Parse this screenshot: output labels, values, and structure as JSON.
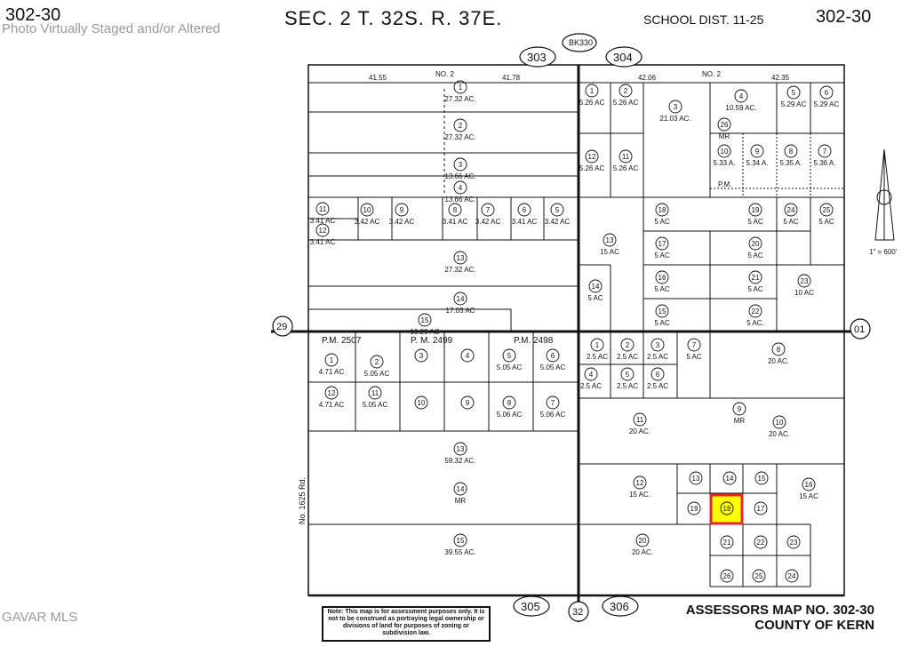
{
  "header": {
    "map_no_left": "302-30",
    "section_title": "SEC. 2 T. 32S. R. 37E.",
    "school_dist": "SCHOOL DIST. 11-25",
    "map_no_right": "302-30",
    "watermark": "Photo Virtually Staged and/or Altered",
    "book": "BK330"
  },
  "page_tags": [
    "303",
    "304",
    "305",
    "306"
  ],
  "circle_tags": {
    "west": "29",
    "east": "01",
    "south": "32"
  },
  "road_label": "No. 1625 Rd.",
  "scale": "1\" = 600'",
  "footer": {
    "mls": "GAVAR MLS",
    "note": "Note: This map is for assessment purposes only. It is not to be construed as portraying legal ownership or divisions of land for purposes of zoning or subdivision law.",
    "assessor_line1": "ASSESSORS MAP NO. 302-30",
    "assessor_line2": "COUNTY OF KERN"
  },
  "top_dims": [
    "41.55",
    "NO. 2",
    "41.78",
    "42.06",
    "NO. 2",
    "42.35"
  ],
  "parcels": [
    {
      "n": "1",
      "a": "27.32 AC."
    },
    {
      "n": "2",
      "a": "27.32 AC."
    },
    {
      "n": "3",
      "a": "13.66 AC."
    },
    {
      "n": "4",
      "a": "13.66 AC."
    },
    {
      "n": "11",
      "a": "3.41 AC"
    },
    {
      "n": "12",
      "a": "3.41 AC"
    },
    {
      "n": "10",
      "a": "3.42 AC"
    },
    {
      "n": "9",
      "a": "3.42 AC"
    },
    {
      "n": "8",
      "a": "3.41 AC"
    },
    {
      "n": "7",
      "a": "3.42 AC"
    },
    {
      "n": "6",
      "a": "3.41 AC"
    },
    {
      "n": "5",
      "a": "3.42 AC"
    },
    {
      "n": "13",
      "a": "27.32 AC."
    },
    {
      "n": "14",
      "a": "17.03 AC"
    },
    {
      "n": "15",
      "a": "10.29 AC"
    },
    {
      "n": "1",
      "a": "5.26 AC"
    },
    {
      "n": "2",
      "a": "5.26 AC"
    },
    {
      "n": "3",
      "a": "21.03 AC."
    },
    {
      "n": "4",
      "a": "10.59 AC."
    },
    {
      "n": "5",
      "a": "5.29 AC"
    },
    {
      "n": "6",
      "a": "5.29 AC"
    },
    {
      "n": "26",
      "a": "MR"
    },
    {
      "n": "12",
      "a": "5.26 AC"
    },
    {
      "n": "11",
      "a": "5.26 AC"
    },
    {
      "n": "10",
      "a": "5.33 A."
    },
    {
      "n": "9",
      "a": "5.34 A."
    },
    {
      "n": "8",
      "a": "5.35 A."
    },
    {
      "n": "7",
      "a": "5.36 A."
    },
    {
      "n": "18",
      "a": "5 AC"
    },
    {
      "n": "19",
      "a": "5 AC"
    },
    {
      "n": "24",
      "a": "5 AC"
    },
    {
      "n": "25",
      "a": "5 AC"
    },
    {
      "n": "13",
      "a": "15 AC"
    },
    {
      "n": "17",
      "a": "5 AC"
    },
    {
      "n": "20",
      "a": "5 AC"
    },
    {
      "n": "16",
      "a": "5 AC"
    },
    {
      "n": "21",
      "a": "5 AC"
    },
    {
      "n": "23",
      "a": "10 AC"
    },
    {
      "n": "14",
      "a": "5 AC"
    },
    {
      "n": "15",
      "a": "5 AC"
    },
    {
      "n": "22",
      "a": "5 AC."
    },
    {
      "n": "1",
      "a": "4.71 AC"
    },
    {
      "n": "2",
      "a": "5.05 AC"
    },
    {
      "n": "3",
      "a": ""
    },
    {
      "n": "4",
      "a": ""
    },
    {
      "n": "5",
      "a": "5.05 AC"
    },
    {
      "n": "6",
      "a": "5.05 AC"
    },
    {
      "n": "12",
      "a": "4.71 AC"
    },
    {
      "n": "11",
      "a": "5.05 AC"
    },
    {
      "n": "10",
      "a": ""
    },
    {
      "n": "9",
      "a": ""
    },
    {
      "n": "8",
      "a": "5.06 AC"
    },
    {
      "n": "7",
      "a": "5.06 AC"
    },
    {
      "n": "13",
      "a": "59.32 AC."
    },
    {
      "n": "14",
      "a": "MR"
    },
    {
      "n": "15",
      "a": "39.55 AC."
    },
    {
      "n": "1",
      "a": "2.5 AC"
    },
    {
      "n": "2",
      "a": "2.5 AC"
    },
    {
      "n": "3",
      "a": "2.5 AC"
    },
    {
      "n": "7",
      "a": "5 AC"
    },
    {
      "n": "8",
      "a": "20 AC."
    },
    {
      "n": "4",
      "a": "2.5 AC"
    },
    {
      "n": "5",
      "a": "2.5 AC"
    },
    {
      "n": "6",
      "a": "2.5 AC"
    },
    {
      "n": "9",
      "a": "MR"
    },
    {
      "n": "10",
      "a": "20 AC."
    },
    {
      "n": "11",
      "a": "20 AC."
    },
    {
      "n": "12",
      "a": "15 AC."
    },
    {
      "n": "13",
      "a": ""
    },
    {
      "n": "14",
      "a": ""
    },
    {
      "n": "15",
      "a": ""
    },
    {
      "n": "16",
      "a": "15 AC"
    },
    {
      "n": "19",
      "a": ""
    },
    {
      "n": "18",
      "a": ""
    },
    {
      "n": "17",
      "a": ""
    },
    {
      "n": "20",
      "a": "20 AC."
    },
    {
      "n": "21",
      "a": ""
    },
    {
      "n": "22",
      "a": ""
    },
    {
      "n": "23",
      "a": ""
    },
    {
      "n": "26",
      "a": ""
    },
    {
      "n": "25",
      "a": ""
    },
    {
      "n": "24",
      "a": ""
    }
  ],
  "pm_labels": [
    "P.M. 2507",
    "P. M. 2499",
    "P.M. 2498",
    "P.M."
  ],
  "highlight": {
    "parcel": "18",
    "fill": "#ffff00",
    "stroke": "#e8262b"
  }
}
